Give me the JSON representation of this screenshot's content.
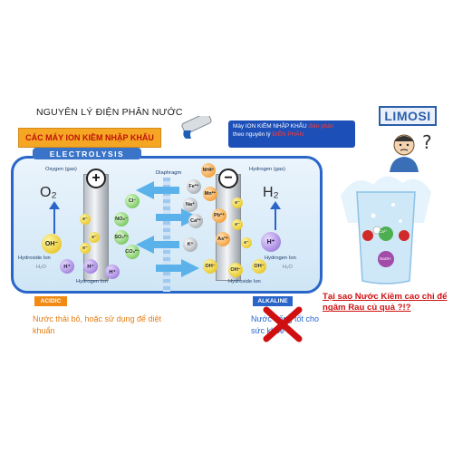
{
  "header": {
    "title": "NGUYÊN LÝ ĐIỆN PHÂN NƯỚC",
    "orange_banner": "CÁC MÁY ION KIỀM NHẬP KHẨU",
    "blue_note_line1": "Máy ION KIỀM NHẬP KHẨU",
    "blue_note_line1_red": "điện phân",
    "blue_note_line2": "theo nguyên lý",
    "blue_note_line2_red": "ĐIỆN PHÂN"
  },
  "brand": {
    "name": "LIMOSI"
  },
  "diagram": {
    "banner": "ELECTROLYSIS",
    "oxygen_gas": "Oxygen (gas)",
    "hydrogen_gas": "Hydrogen (gas)",
    "diaphragm": "Diaphragm",
    "o2": "O₂",
    "h2": "H₂",
    "plus": "+",
    "minus": "−",
    "hydroxide_ion_left": "Hydroxide Ion",
    "hydrogen_ion_bottom": "Hydrogen Ion",
    "hydroxide_ion_bottom": "Hydroxide Ion",
    "hydrogen_ion_right": "Hydrogen Ion",
    "ions_left": [
      "OH⁻",
      "H⁺",
      "H⁺",
      "H⁺"
    ],
    "anion_labels": [
      "Cl⁻",
      "NO₃⁻",
      "SO₄²⁻",
      "CO₃²⁻"
    ],
    "cation_labels": [
      "NH4⁺",
      "Fe²⁺",
      "Mn²⁺",
      "Na⁺",
      "Ca²⁺",
      "Pb²⁺",
      "K⁺",
      "As³⁺"
    ],
    "ions_right": [
      "OH⁻",
      "OH⁻",
      "OH⁻",
      "H⁺"
    ],
    "electron": "e⁻",
    "water": "H₂O"
  },
  "labels": {
    "acidic": "ACIDIC",
    "alkaline": "ALKALINE",
    "acid_caption": "Nước thải bỏ, hoặc sử dụng để diệt khuẩn",
    "alk_caption": "Nước uống tốt cho sức khỏe",
    "question": "Tại sao Nước Kiềm cao chỉ để ngâm Rau củ quả ?!?"
  },
  "glass": {
    "molecule_labels": [
      "Ca²⁺",
      "NaOH"
    ]
  },
  "colors": {
    "tank_border": "#2a66c9",
    "acidic": "#f08a12",
    "alkaline": "#2a66c9",
    "question": "#d01010",
    "banner_text": "#c0120c"
  }
}
